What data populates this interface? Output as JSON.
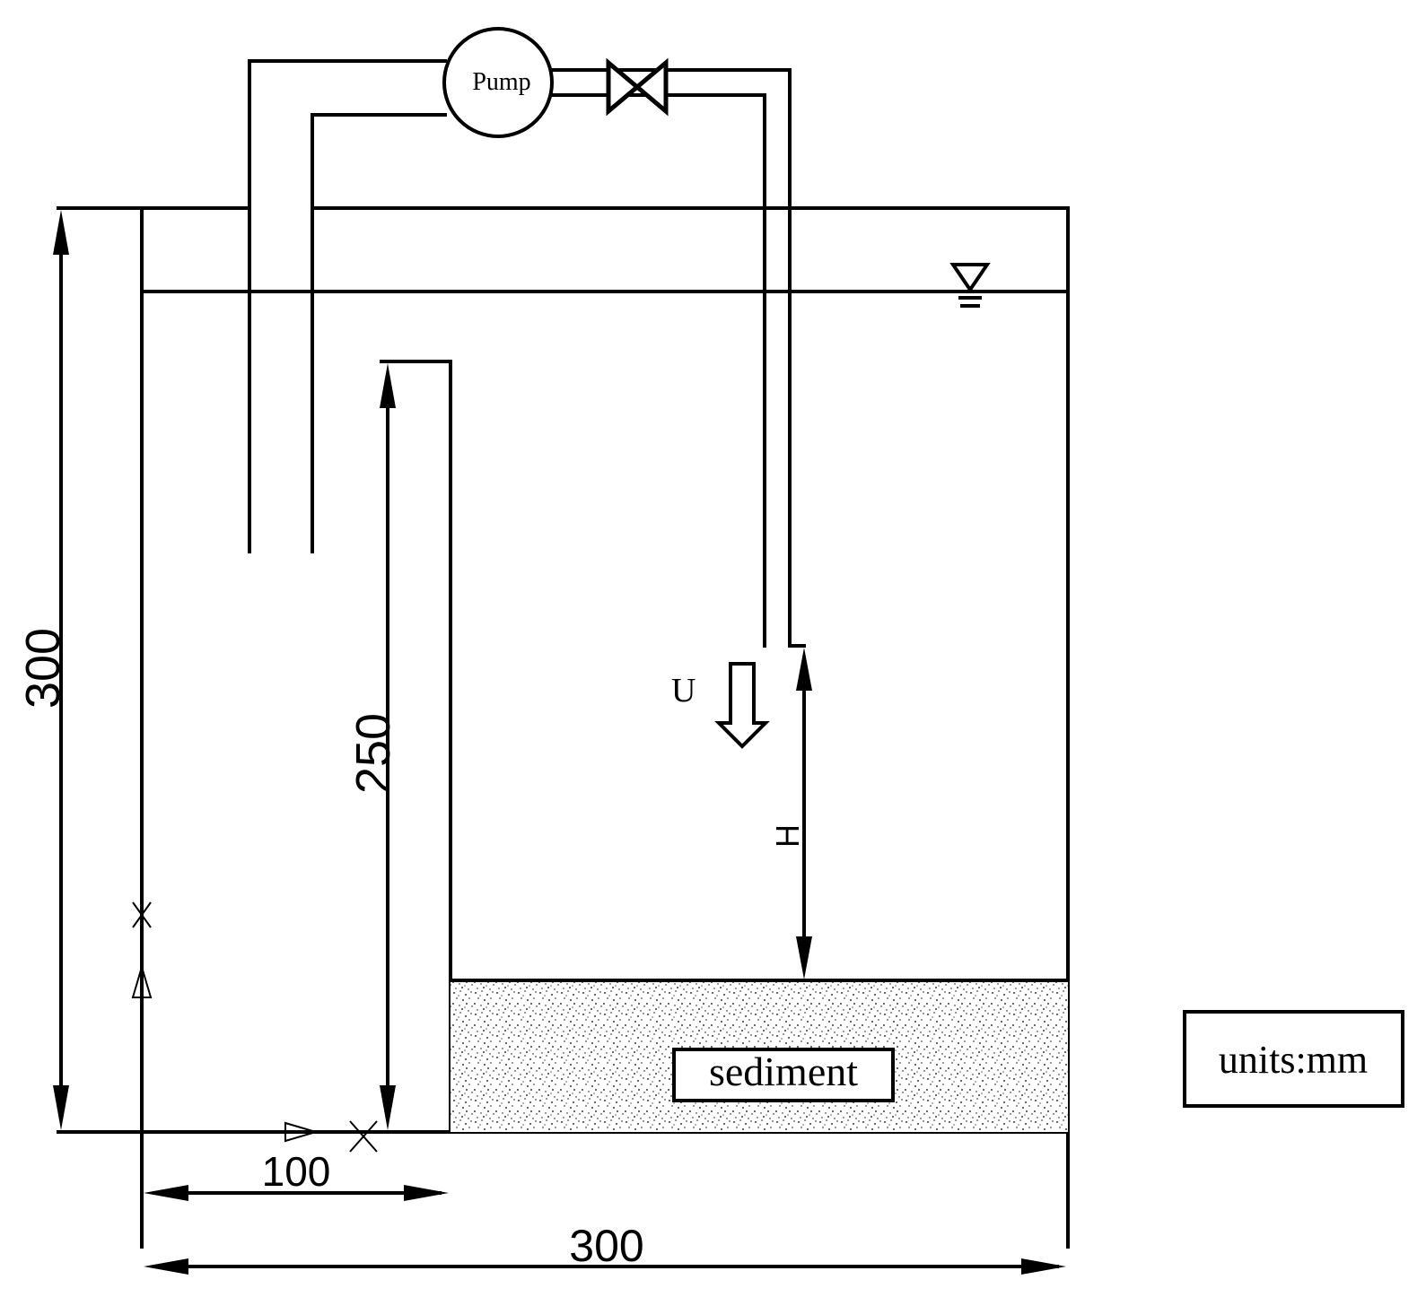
{
  "labels": {
    "pump": "Pump",
    "velocity": "U",
    "gap_height": "H",
    "sediment": "sediment",
    "units": "units:mm"
  },
  "dimensions": {
    "tank_height": "300",
    "baffle_height": "250",
    "inlet_width": "100",
    "tank_width": "300"
  },
  "icons": [
    "pump-icon",
    "valve-icon",
    "water-level-icon",
    "flow-arrow-icon"
  ]
}
